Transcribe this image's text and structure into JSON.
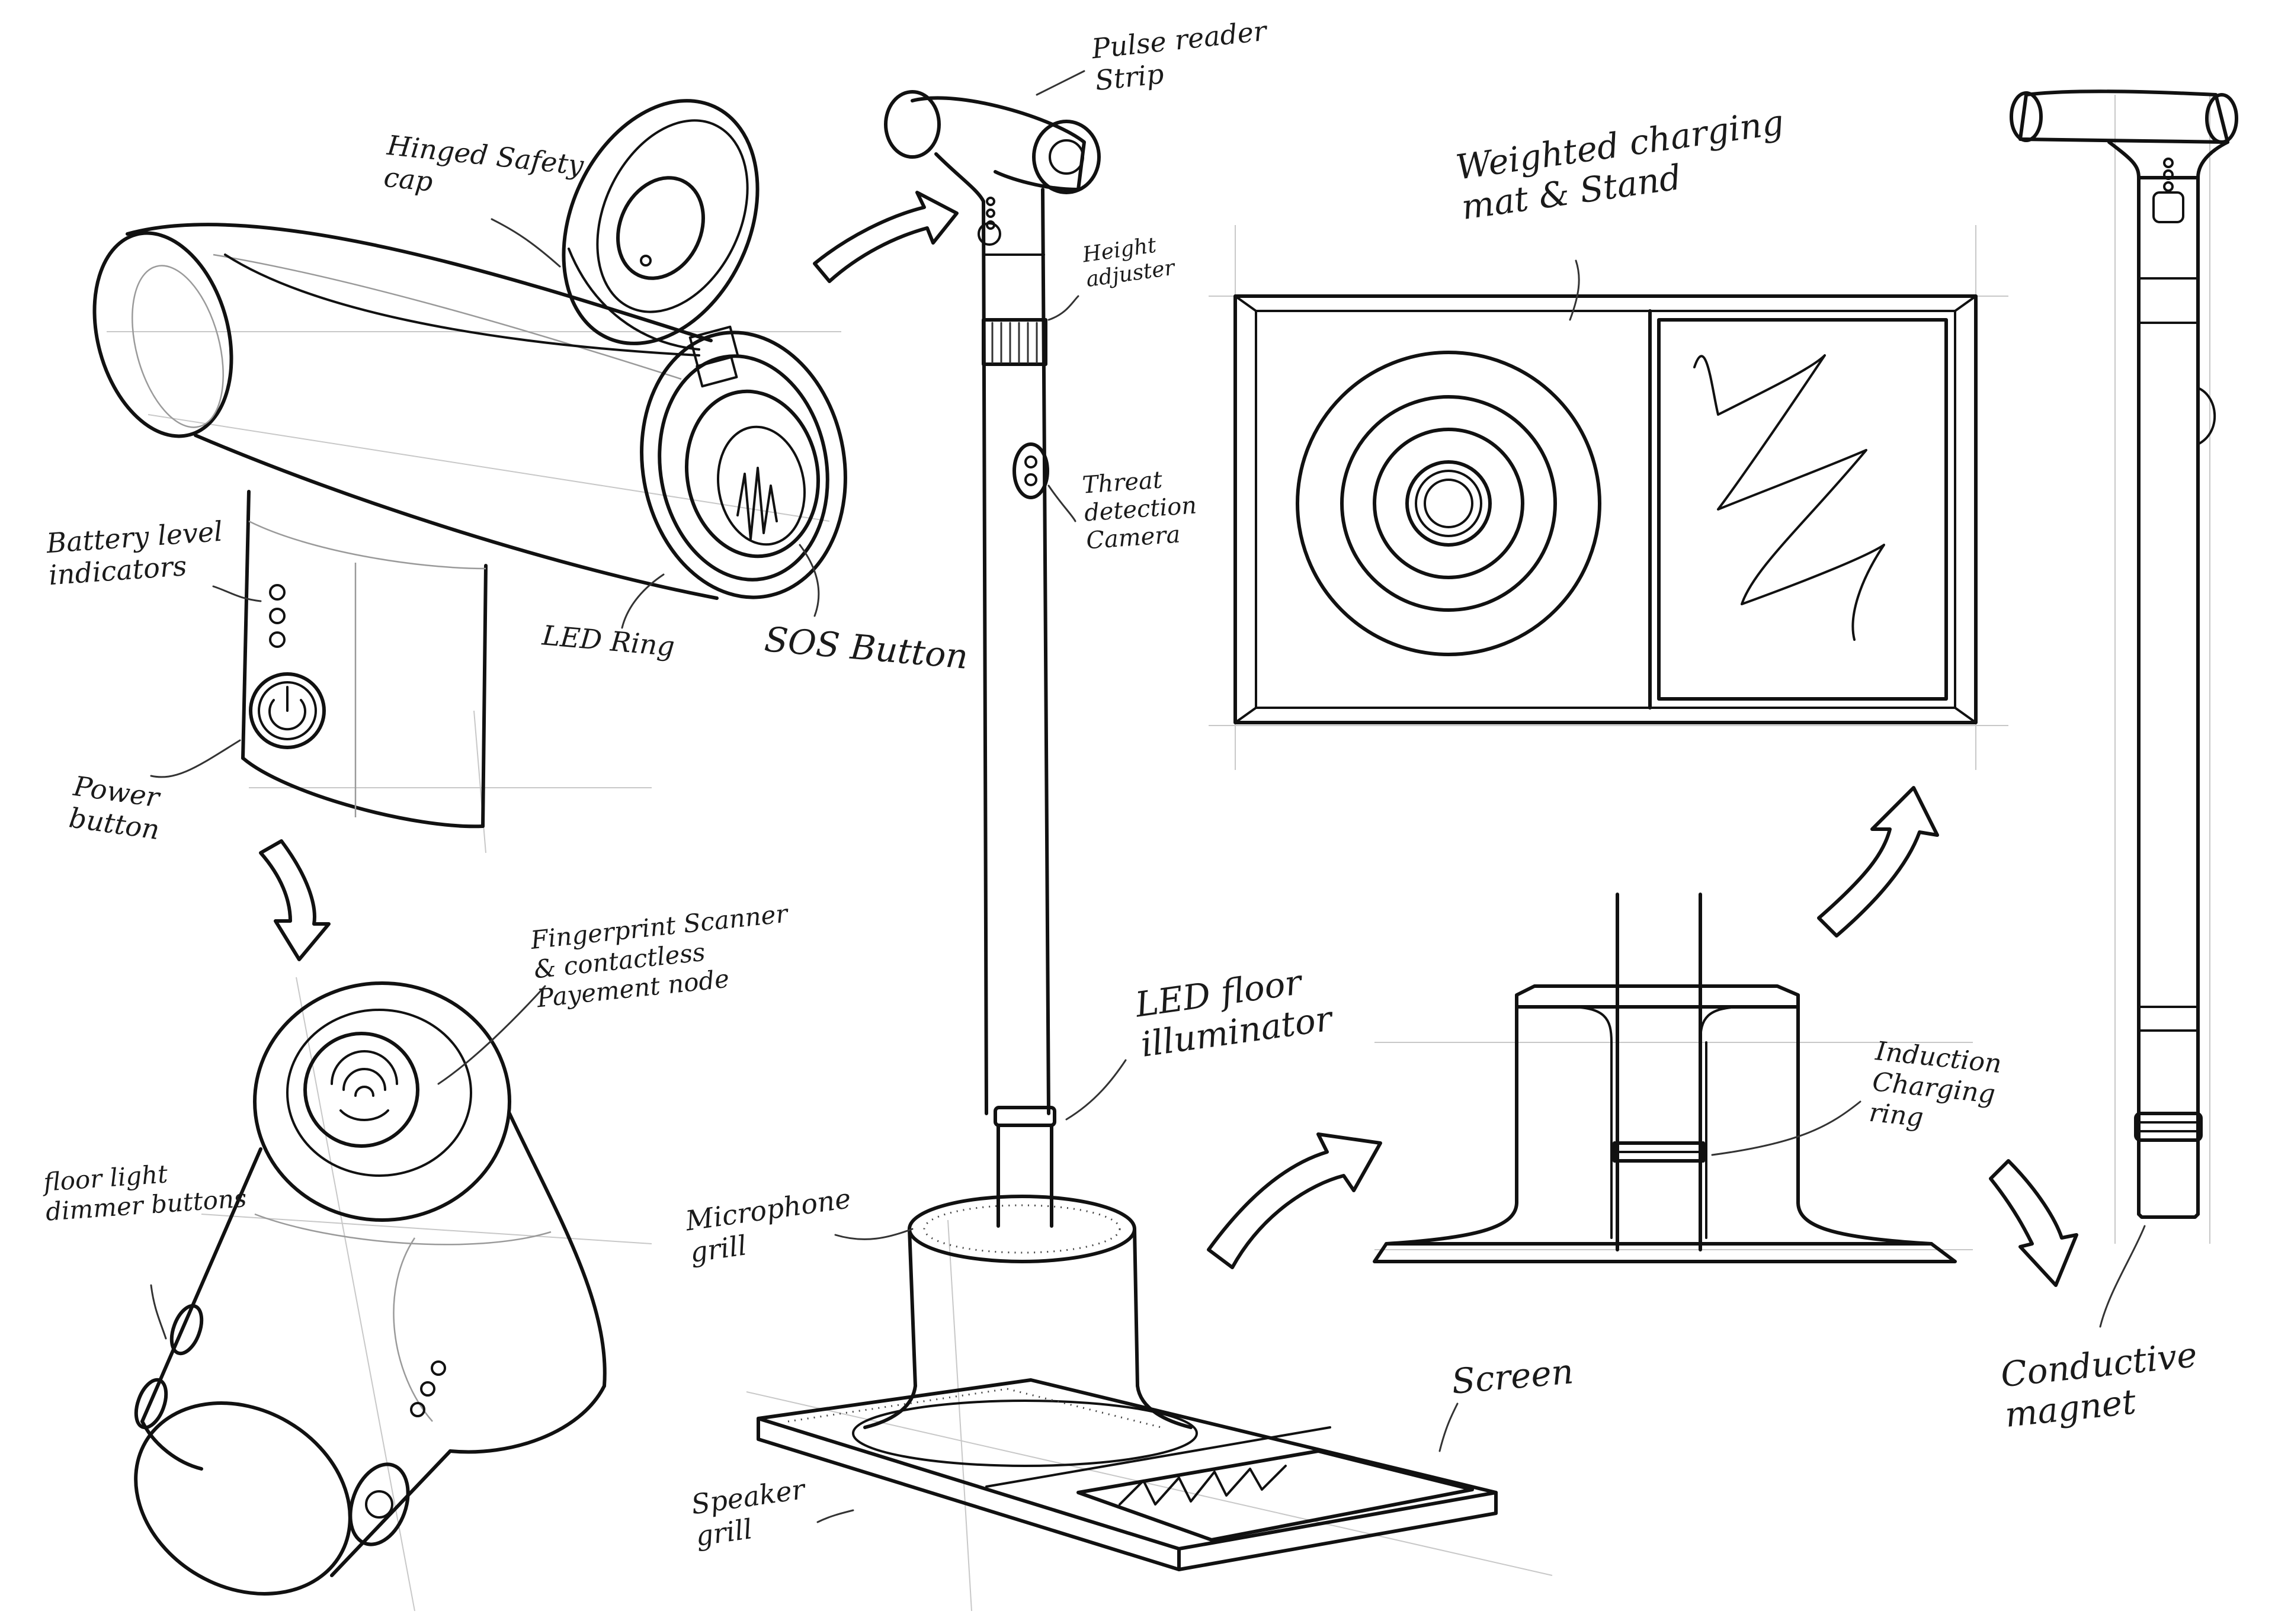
{
  "annotations": {
    "hinged_safety_cap": "Hinged Safety\ncap",
    "battery_level_indicators": "Battery level\nindicators",
    "power_button": "Power\nbutton",
    "led_ring": "LED Ring",
    "sos_button": "SOS Button",
    "pulse_reader_strip": "Pulse reader\nStrip",
    "height_adjuster": "Height\nadjuster",
    "threat_detection_camera": "Threat\ndetection\nCamera",
    "weighted_charging_mat": "Weighted charging\nmat & Stand",
    "fingerprint_scanner": "Fingerprint Scanner\n& contactless\nPayement node",
    "floor_light_dimmer": "floor light\ndimmer buttons",
    "led_floor_illuminator": "LED floor\nilluminator",
    "microphone_grill": "Microphone\ngrill",
    "induction_charging_ring": "Induction\nCharging\nring",
    "screen": "Screen",
    "speaker_grill": "Speaker\ngrill",
    "conductive_magnet": "Conductive\nmagnet"
  },
  "colors": {
    "ink": "#111111",
    "paper": "#ffffff",
    "guide": "#c8c8c8"
  }
}
